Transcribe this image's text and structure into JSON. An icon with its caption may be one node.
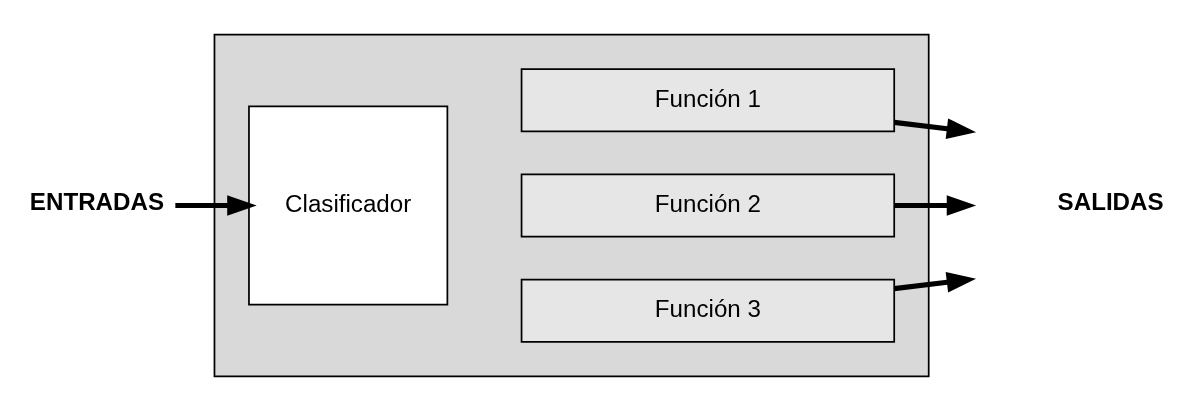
{
  "diagram": {
    "nodes": [
      {
        "text": [],
        "shape": "box"
      },
      {
        "text": [
          "ENTRADAS"
        ]
      },
      {
        "text": [
          "Clasificador"
        ],
        "in": 0
      },
      {
        "text": [
          "Función 1"
        ],
        "in": 0
      },
      {
        "text": [
          "Función 2"
        ],
        "in": 0
      },
      {
        "text": [
          "Función 3"
        ],
        "in": 0
      }
    ],
    "edges": [
      {
        "from": 1,
        "to": 2,
        "arrow": "to"
      },
      {
        "from": 3,
        "to": null,
        "arrow": "to"
      },
      {
        "from": 4,
        "to": null,
        "arrow": "to"
      },
      {
        "from": 5,
        "to": null,
        "arrow": "to"
      }
    ],
    "labels": [
      "SALIDAS"
    ]
  }
}
